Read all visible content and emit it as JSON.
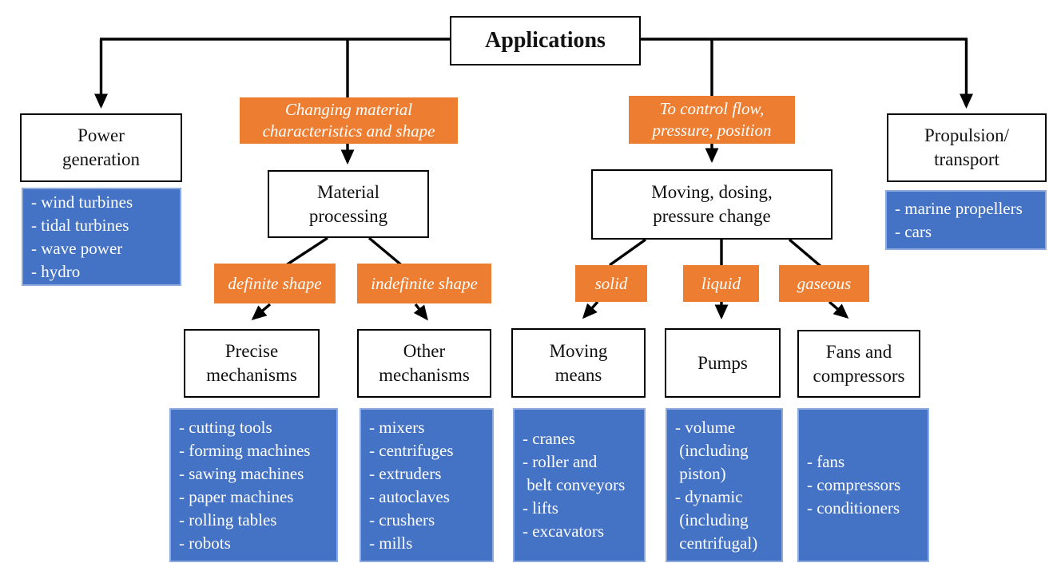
{
  "colors": {
    "accent_orange": "#ED7D31",
    "accent_blue": "#4472C4",
    "blue_border": "#8FAADC",
    "line_color": "#000000"
  },
  "root": {
    "title": "Applications"
  },
  "branches": {
    "power": {
      "label": "Power\ngeneration",
      "items": "- wind turbines\n- tidal turbines\n- wave power\n- hydro"
    },
    "material": {
      "qualifier": "Changing material\ncharacteristics and shape",
      "label": "Material\nprocessing",
      "definite": {
        "qualifier": "definite shape",
        "label": "Precise\nmechanisms",
        "items": "- cutting tools\n- forming machines\n- sawing machines\n- paper machines\n- rolling tables\n- robots"
      },
      "indefinite": {
        "qualifier": "indefinite shape",
        "label": "Other\nmechanisms",
        "items": "- mixers\n- centrifuges\n- extruders\n- autoclaves\n- crushers\n- mills"
      }
    },
    "control": {
      "qualifier": "To control flow,\npressure, position",
      "label": "Moving, dosing,\npressure change",
      "solid": {
        "qualifier": "solid",
        "label": "Moving\nmeans",
        "items": "- cranes\n- roller and\n belt conveyors\n- lifts\n- excavators"
      },
      "liquid": {
        "qualifier": "liquid",
        "label": "Pumps",
        "items": "- volume\n (including\n piston)\n- dynamic\n (including\n centrifugal)"
      },
      "gaseous": {
        "qualifier": "gaseous",
        "label": "Fans and\ncompressors",
        "items": "- fans\n- compressors\n- conditioners"
      }
    },
    "propulsion": {
      "label": "Propulsion/\ntransport",
      "items": "- marine propellers\n- cars"
    }
  }
}
